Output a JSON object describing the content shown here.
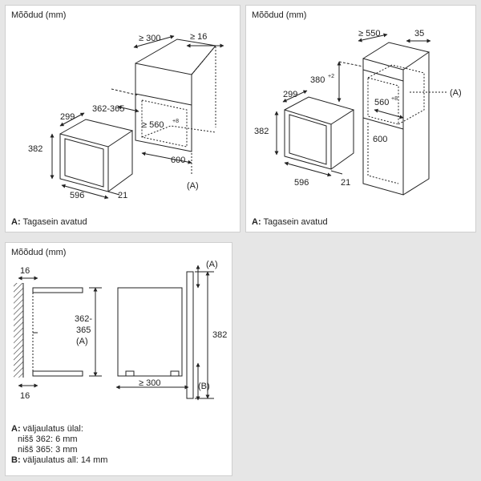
{
  "panel1": {
    "title": "Mõõdud (mm)",
    "dims": {
      "d300": "≥ 300",
      "d16": "≥ 16",
      "d299": "299",
      "d362": "362-365",
      "d560": "≥ 560",
      "d560sup": "+8",
      "d382": "382",
      "d600": "600",
      "d596": "596",
      "d21": "21",
      "marker": "(A)"
    },
    "legend": {
      "key": "A:",
      "text": " Tagasein avatud"
    }
  },
  "panel2": {
    "title": "Mõõdud (mm)",
    "dims": {
      "d550": "≥ 550",
      "d35": "35",
      "d380": "380",
      "d380sup": "+2",
      "d299": "299",
      "d560": "560",
      "d560sup": "+8",
      "d382": "382",
      "d600": "600",
      "d596": "596",
      "d21": "21",
      "marker": "(A)"
    },
    "legend": {
      "key": "A:",
      "text": " Tagasein avatud"
    }
  },
  "panel3": {
    "title": "Mõõdud (mm)",
    "dims": {
      "d16top": "16",
      "d16bot": "16",
      "d362a": "362-",
      "d362b": "365",
      "d362c": "(A)",
      "d300": "≥ 300",
      "d382": "382",
      "markerA": "(A)",
      "markerB": "(B)"
    },
    "legend": {
      "line1_key": "A:",
      "line1_text": " väljaulatus ülal:",
      "line2": "nišš 362: 6 mm",
      "line3": "nišš 365: 3 mm",
      "line4_key": "B:",
      "line4_text": " väljaulatus all: 14 mm"
    }
  }
}
